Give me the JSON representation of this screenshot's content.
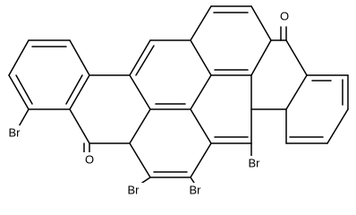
{
  "molecule": {
    "atom_labels": {
      "br1": "Br",
      "br2": "Br",
      "br3": "Br",
      "br4": "Br",
      "o1": "O",
      "o2": "O"
    },
    "bond_color": "#000000",
    "background_color": "#ffffff"
  }
}
